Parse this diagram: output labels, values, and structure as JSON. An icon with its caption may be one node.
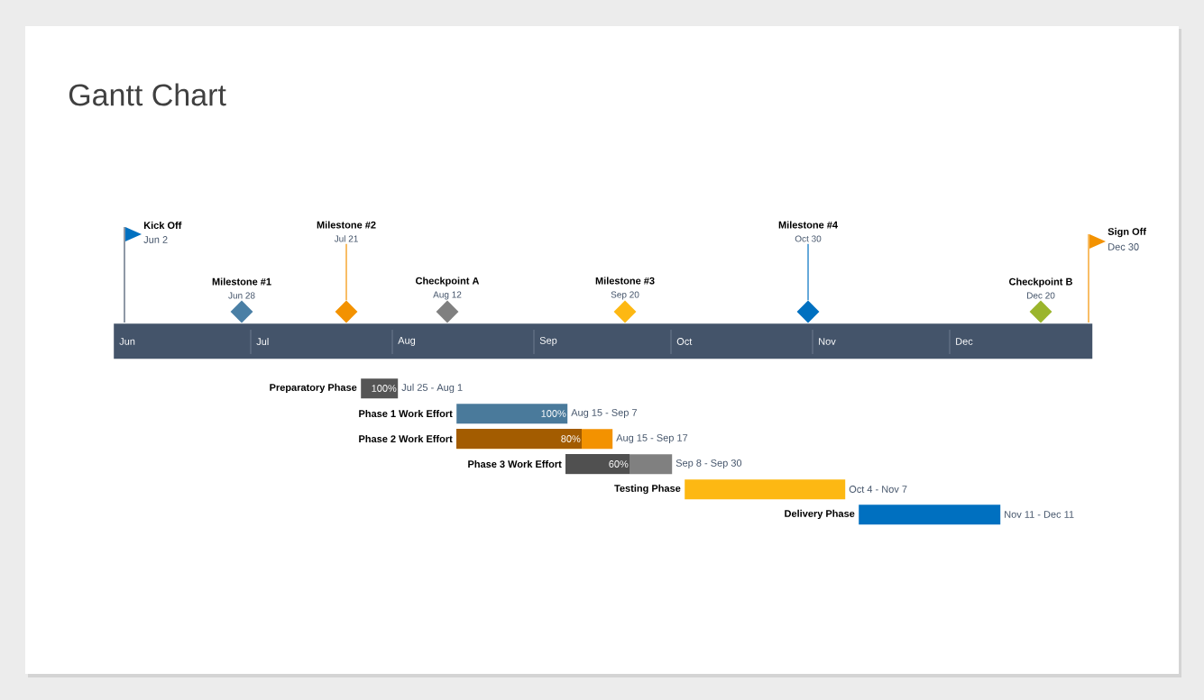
{
  "diagram": {
    "title": "Gantt Chart",
    "nodes": [
      {
        "text": [],
        "shape": "flag",
        "beside": [
          "Kick Off",
          "Jun 2"
        ]
      },
      {
        "text": [
          "Milestone #2",
          "Jul 21"
        ]
      },
      {
        "text": [
          "Milestone #4",
          "Oct 30"
        ]
      },
      {
        "text": [],
        "shape": "flag",
        "beside": [
          "Sign Off",
          "Dec 30"
        ]
      },
      {
        "text": [
          "Milestone #1",
          "Jun 28"
        ]
      },
      {
        "text": [
          "Checkpoint A",
          "Aug 12"
        ]
      },
      {
        "text": [
          "Milestone #3",
          "Sep 20"
        ]
      },
      {
        "text": [
          "Checkpoint B",
          "Dec 20"
        ]
      },
      {
        "text": [],
        "shape": "diamond"
      },
      {
        "text": [],
        "shape": "diamond"
      },
      {
        "text": [],
        "shape": "diamond"
      },
      {
        "text": [],
        "shape": "diamond"
      },
      {
        "text": [],
        "shape": "diamond"
      },
      {
        "text": [],
        "shape": "diamond"
      },
      {
        "text": [
          "Jun",
          "Jul",
          "Aug",
          "Sep",
          "Oct",
          "Nov",
          "Dec"
        ]
      },
      {
        "text": [
          "100%"
        ],
        "beside": [
          "Preparatory Phase",
          "Jul 25 - Aug 1"
        ]
      },
      {
        "text": [
          "100%"
        ],
        "beside": [
          "Phase 1 Work Effort",
          "Aug 15 - Sep 7"
        ]
      },
      {
        "text": [
          "80%"
        ],
        "beside": [
          "Phase 2 Work Effort",
          "Aug 15 - Sep 17"
        ]
      },
      {
        "text": [
          "60%"
        ],
        "beside": [
          "Phase 3 Work Effort",
          "Sep 8 - Sep 30"
        ]
      },
      {
        "text": [],
        "shape": "bar",
        "beside": [
          "Testing Phase",
          "Oct 4 - Nov 7"
        ]
      },
      {
        "text": [],
        "shape": "bar",
        "beside": [
          "Delivery Phase",
          "Nov 11 - Dec 11"
        ]
      }
    ],
    "edges": [
      {
        "from": 1,
        "to": 9,
        "arrow": "none",
        "color": "#f39200"
      },
      {
        "from": 2,
        "to": 12,
        "arrow": "none",
        "color": "#0070c0"
      }
    ]
  }
}
